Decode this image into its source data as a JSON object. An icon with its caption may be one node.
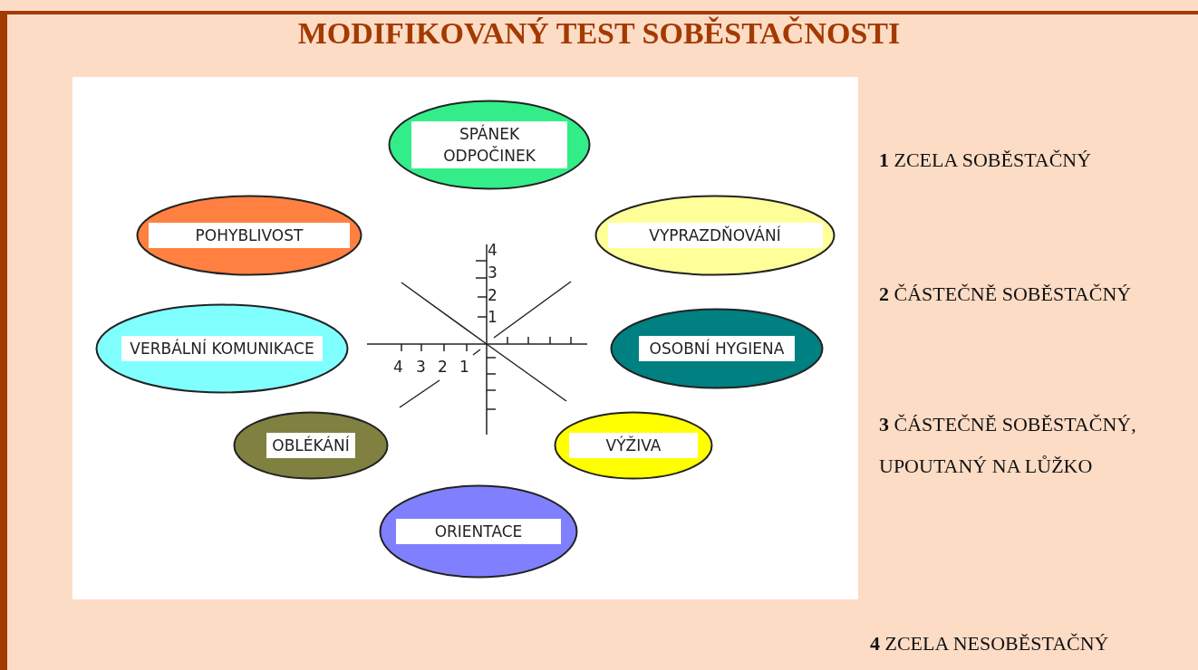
{
  "diagram": {
    "title": "MODIFIKOVANÝ TEST SOBĚSTAČNOSTI",
    "nodes": [
      {
        "text": [
          "SPÁNEK ODPOČINEK"
        ]
      },
      {
        "text": [
          "POHYBLIVOST"
        ]
      },
      {
        "text": [
          "VYPRAZDŇOVÁNÍ"
        ]
      },
      {
        "text": [
          "VERBÁLNÍ KOMUNIKACE"
        ]
      },
      {
        "text": [
          "OSOBNÍ HYGIENA"
        ]
      },
      {
        "text": [
          "OBLÉKÁNÍ"
        ]
      },
      {
        "text": [
          "VÝŽIVA"
        ]
      },
      {
        "text": [
          "ORIENTACE"
        ]
      }
    ],
    "edges": [],
    "labels": [
      "4",
      "3",
      "2",
      "1",
      "4",
      "3",
      "2",
      "1",
      "**1** ZCELA SOBĚSTAČNÝ",
      "**2** ČÁSTEČNĚ SOBĚSTAČNÝ",
      "**3** ČÁSTEČNĚ SOBĚSTAČNÝ, UPOUTANÝ NA LŮŽKO",
      "**4** ZCELA NESOBĚSTAČNÝ"
    ]
  }
}
